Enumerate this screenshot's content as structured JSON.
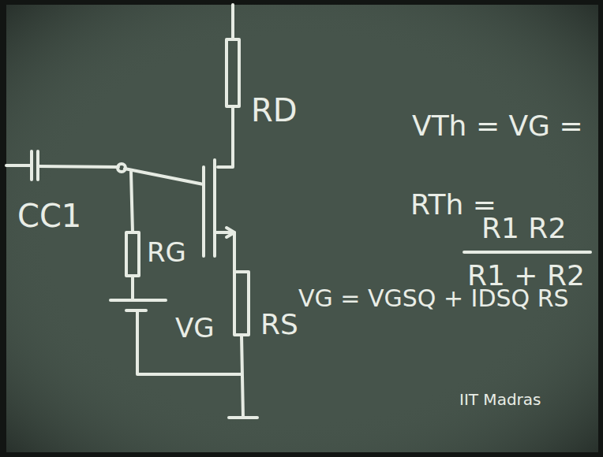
{
  "diagram": {
    "labels": [
      "RD",
      "CC1",
      "RG",
      "VG",
      "RS",
      "VG = VGSQ + IDSQ RS",
      "VTh = VG =",
      "RTh =",
      "R1 R2",
      "R1 + R2",
      "IIT Madras"
    ]
  }
}
